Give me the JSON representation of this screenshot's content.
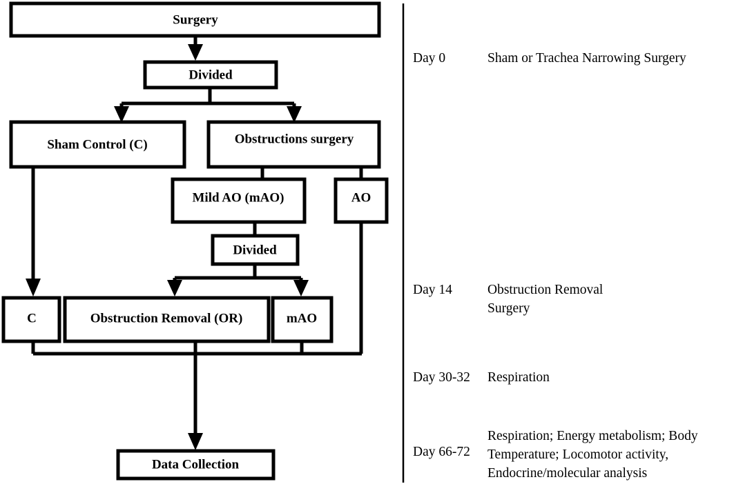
{
  "diagram": {
    "title_node": "Surgery",
    "nodes": [
      {
        "id": "surgery",
        "label": "Surgery"
      },
      {
        "id": "divided1",
        "label": "Divided"
      },
      {
        "id": "sham",
        "label": "Sham Control (C)"
      },
      {
        "id": "obstruction",
        "label": "Obstructions surgery"
      },
      {
        "id": "mildao",
        "label": "Mild AO (mAO)"
      },
      {
        "id": "ao",
        "label": "AO"
      },
      {
        "id": "divided2",
        "label": "Divided"
      },
      {
        "id": "c",
        "label": "C"
      },
      {
        "id": "or",
        "label": "Obstruction Removal (OR)"
      },
      {
        "id": "mao",
        "label": "mAO"
      },
      {
        "id": "datacoll",
        "label": "Data Collection"
      }
    ]
  },
  "timeline": {
    "rows": [
      {
        "day": "Day 0",
        "desc": "Sham or Trachea Narrowing Surgery"
      },
      {
        "day": "Day 14",
        "desc": "Obstruction Removal Surgery"
      },
      {
        "day": "Day 30-32",
        "desc": "Respiration"
      },
      {
        "day": "Day 66-72",
        "desc": "Respiration; Energy metabolism; Body Temperature; Locomotor activity, Endocrine/molecular analysis"
      }
    ]
  },
  "colors": {
    "stroke": "#000000",
    "background": "#ffffff"
  }
}
